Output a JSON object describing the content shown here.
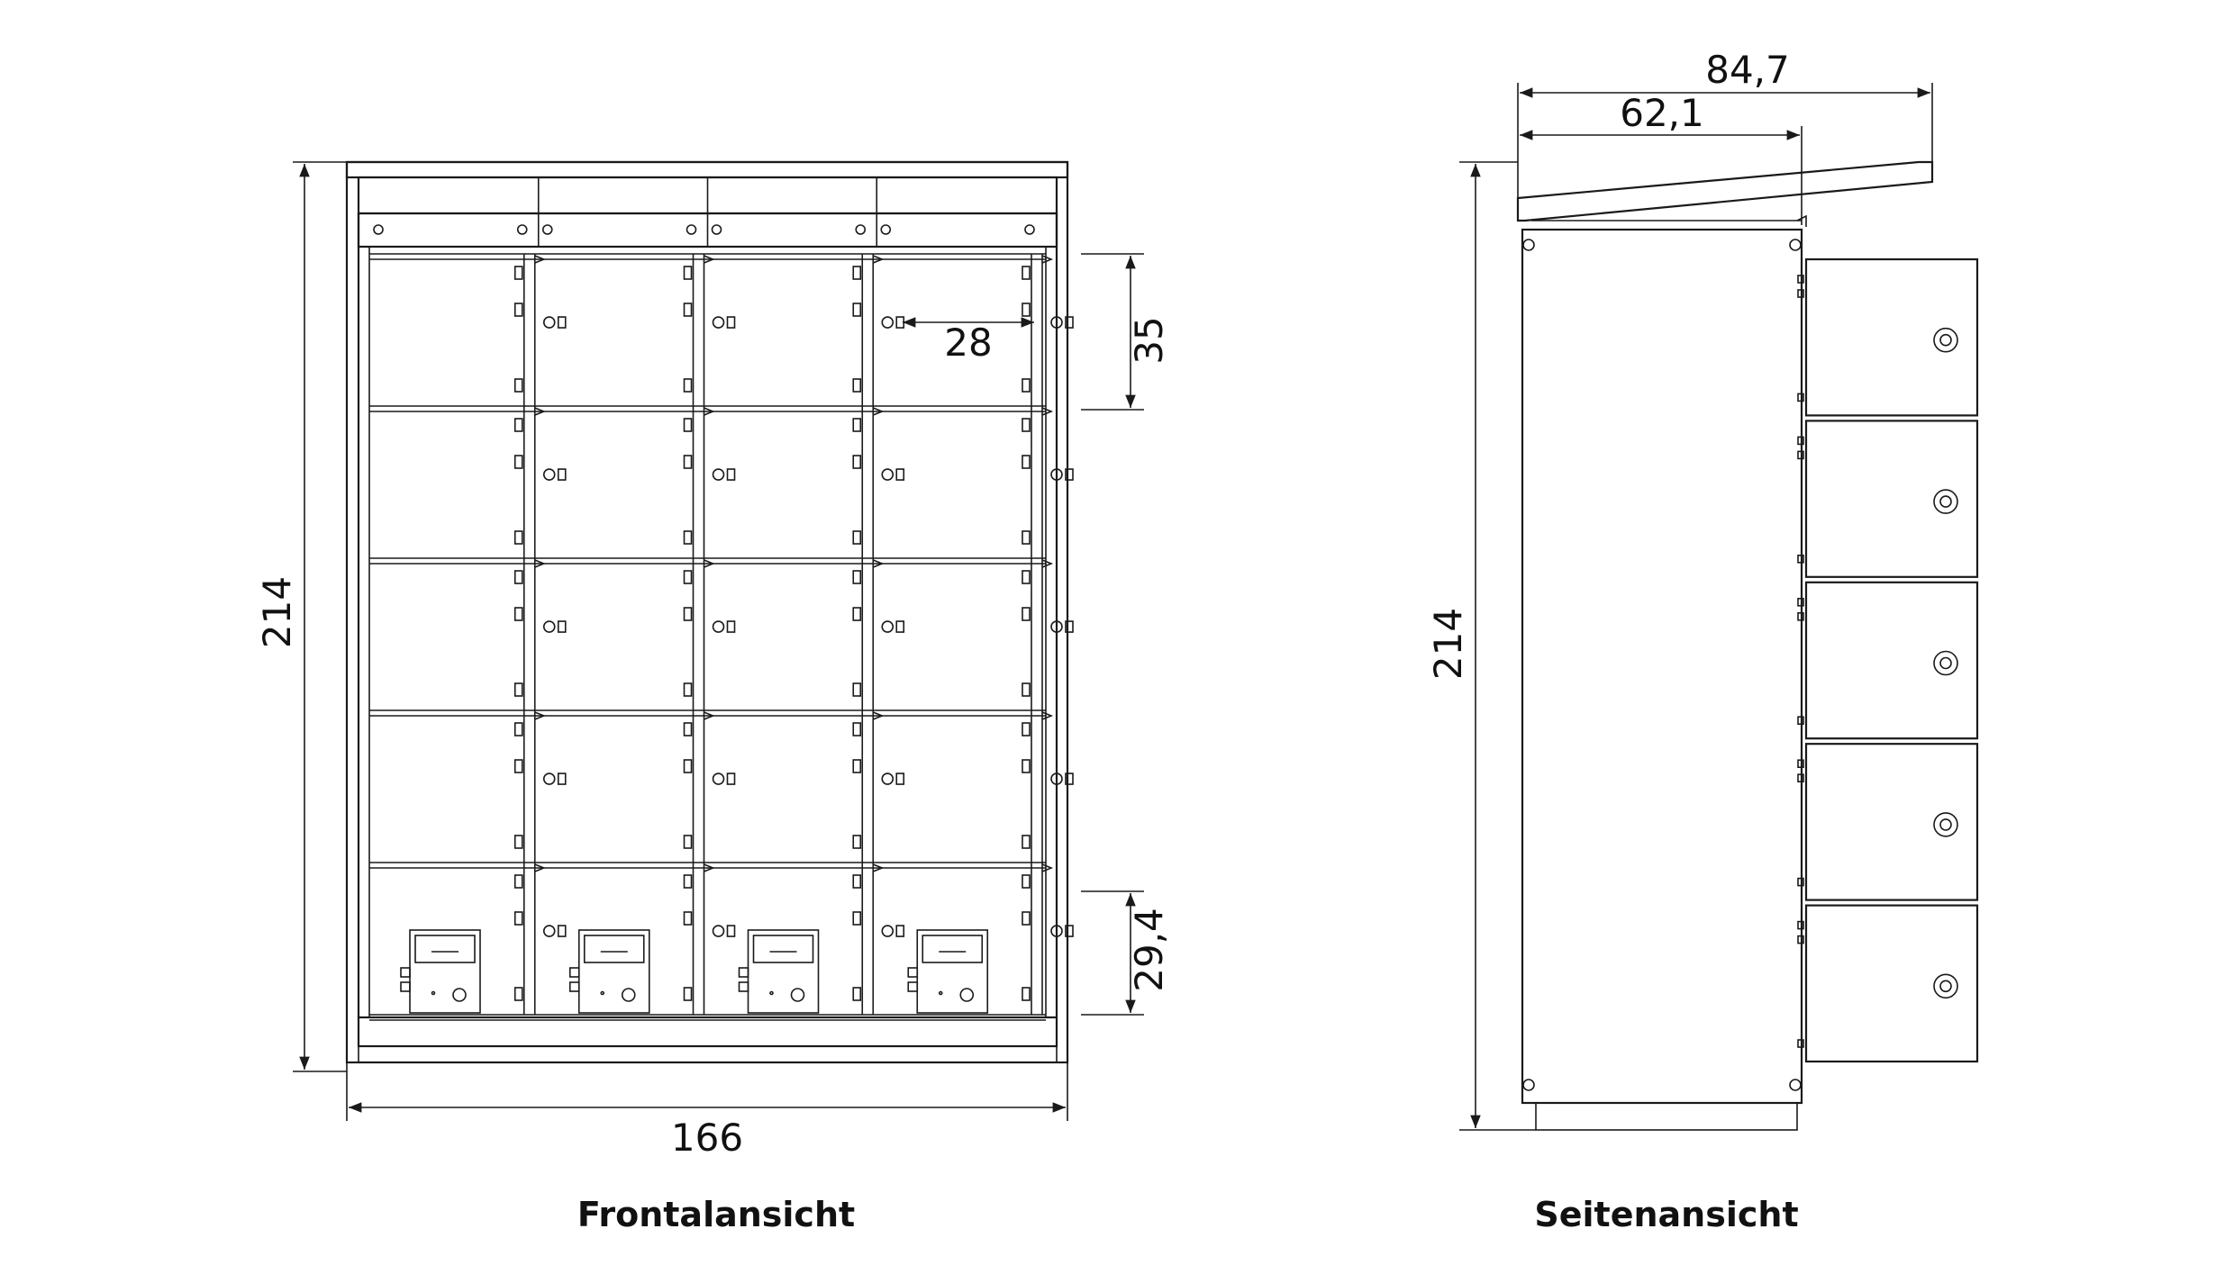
{
  "views": {
    "front": {
      "caption": "Frontalansicht",
      "dim_height": "214",
      "dim_width": "166",
      "dim_door_height": "35",
      "dim_bottom_door": "29,4",
      "dim_inner": "28",
      "columns": 4,
      "rows": 5
    },
    "side": {
      "caption": "Seitenansicht",
      "dim_height": "214",
      "dim_total_depth": "84,7",
      "dim_body_depth": "62,1",
      "doors": 5
    }
  },
  "colors": {
    "line": "#1a1a1a",
    "background": "#ffffff"
  }
}
